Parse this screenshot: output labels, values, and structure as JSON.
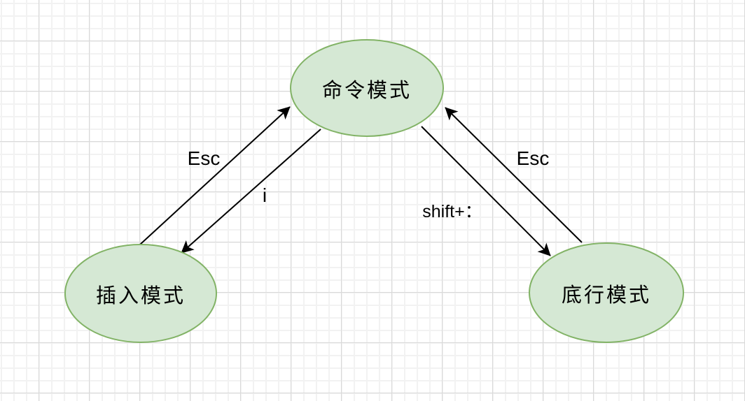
{
  "diagram": {
    "nodes": [
      {
        "id": "command",
        "label": "命令模式"
      },
      {
        "id": "insert",
        "label": "插入模式"
      },
      {
        "id": "lastline",
        "label": "底行模式"
      }
    ],
    "edges": [
      {
        "id": "insert-to-command",
        "label": "Esc"
      },
      {
        "id": "command-to-insert",
        "label": "i"
      },
      {
        "id": "lastline-to-command",
        "label": "Esc"
      },
      {
        "id": "command-to-lastline",
        "label": "shift+："
      }
    ],
    "colors": {
      "node_fill": "#d5e8d4",
      "node_stroke": "#82b366",
      "edge_stroke": "#000000"
    }
  }
}
